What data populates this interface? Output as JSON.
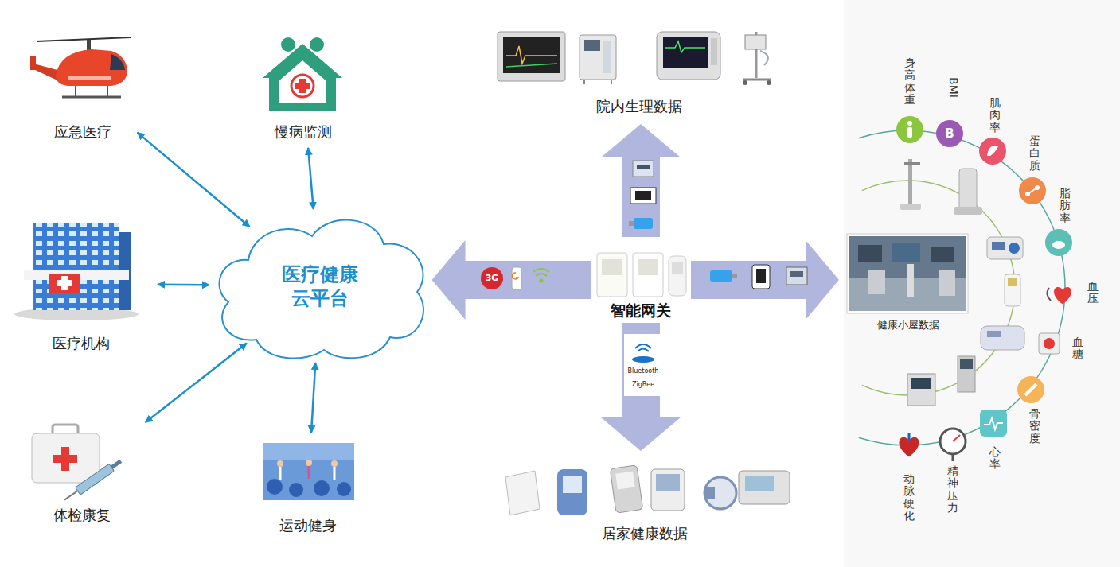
{
  "diagram": {
    "nodes": [
      {
        "text": [
          "应急医疗"
        ]
      },
      {
        "text": [
          "慢病监测"
        ]
      },
      {
        "text": [
          "医疗机构"
        ]
      },
      {
        "text": [
          "医疗健康 云平台"
        ]
      },
      {
        "text": [
          "体检康复"
        ]
      },
      {
        "text": [
          "运动健身"
        ]
      },
      {
        "text": [
          "智能网关"
        ]
      },
      {
        "text": [
          "院内生理数据"
        ]
      },
      {
        "text": [
          "健康小屋数据"
        ]
      },
      {
        "text": [
          "居家健康数据"
        ]
      }
    ],
    "edges": [
      {
        "from": 0,
        "to": 3,
        "arrow": "both"
      },
      {
        "from": 1,
        "to": 3,
        "arrow": "both"
      },
      {
        "from": 2,
        "to": 3,
        "arrow": "both"
      },
      {
        "from": 4,
        "to": 3,
        "arrow": "both"
      },
      {
        "from": 5,
        "to": 3,
        "arrow": "both"
      },
      {
        "from": 6,
        "to": 3,
        "arrow": "to"
      },
      {
        "from": 6,
        "to": 7,
        "arrow": "to"
      },
      {
        "from": 6,
        "to": 8,
        "arrow": "to"
      },
      {
        "from": 6,
        "to": 9,
        "arrow": "to"
      }
    ],
    "labels": [
      "3G",
      "Bluetooth",
      "ZigBee",
      "身高体重",
      "BMI",
      "B",
      "肌肉率",
      "蛋白质",
      "脂肪率",
      "血压",
      "血糖",
      "骨密度",
      "心率",
      "精神压力",
      "动脉硬化"
    ]
  }
}
